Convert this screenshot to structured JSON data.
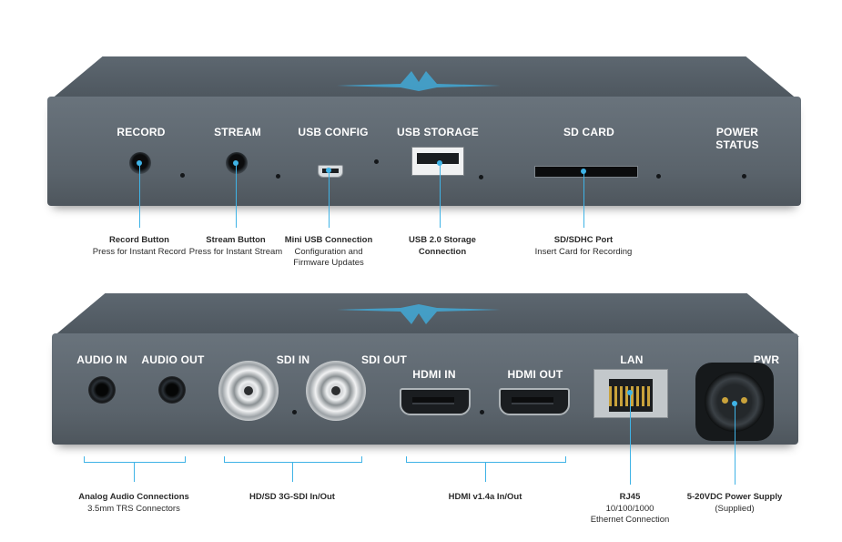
{
  "colors": {
    "callout": "#3fb3e6",
    "panel": "#5a636b",
    "label_text": "#ffffff",
    "caption_text": "#2b2b2b"
  },
  "front_panel": {
    "labels": {
      "record": "RECORD",
      "stream": "STREAM",
      "usb_config": "USB CONFIG",
      "usb_storage": "USB STORAGE",
      "sd_card": "SD CARD",
      "power_status_1": "POWER",
      "power_status_2": "STATUS"
    },
    "captions": {
      "record_1": "Record Button",
      "record_2": "Press for Instant Record",
      "stream_1": "Stream Button",
      "stream_2": "Press for Instant Stream",
      "usb_config_1": "Mini USB Connection",
      "usb_config_2": "Configuration and",
      "usb_config_3": "Firmware Updates",
      "usb_storage_1": "USB 2.0 Storage",
      "usb_storage_2": "Connection",
      "sd_card_1": "SD/SDHC Port",
      "sd_card_2": "Insert Card for Recording"
    }
  },
  "rear_panel": {
    "labels": {
      "audio_in": "AUDIO IN",
      "audio_out": "AUDIO OUT",
      "sdi_in": "SDI IN",
      "sdi_out": "SDI OUT",
      "hdmi_in": "HDMI IN",
      "hdmi_out": "HDMI OUT",
      "lan": "LAN",
      "pwr": "PWR"
    },
    "captions": {
      "audio_1": "Analog Audio Connections",
      "audio_2": "3.5mm TRS Connectors",
      "sdi_1": "HD/SD 3G-SDI In/Out",
      "hdmi_1": "HDMI v1.4a In/Out",
      "lan_1": "RJ45",
      "lan_2": "10/100/1000",
      "lan_3": "Ethernet Connection",
      "pwr_1": "5-20VDC Power Supply",
      "pwr_2": "(Supplied)"
    }
  }
}
